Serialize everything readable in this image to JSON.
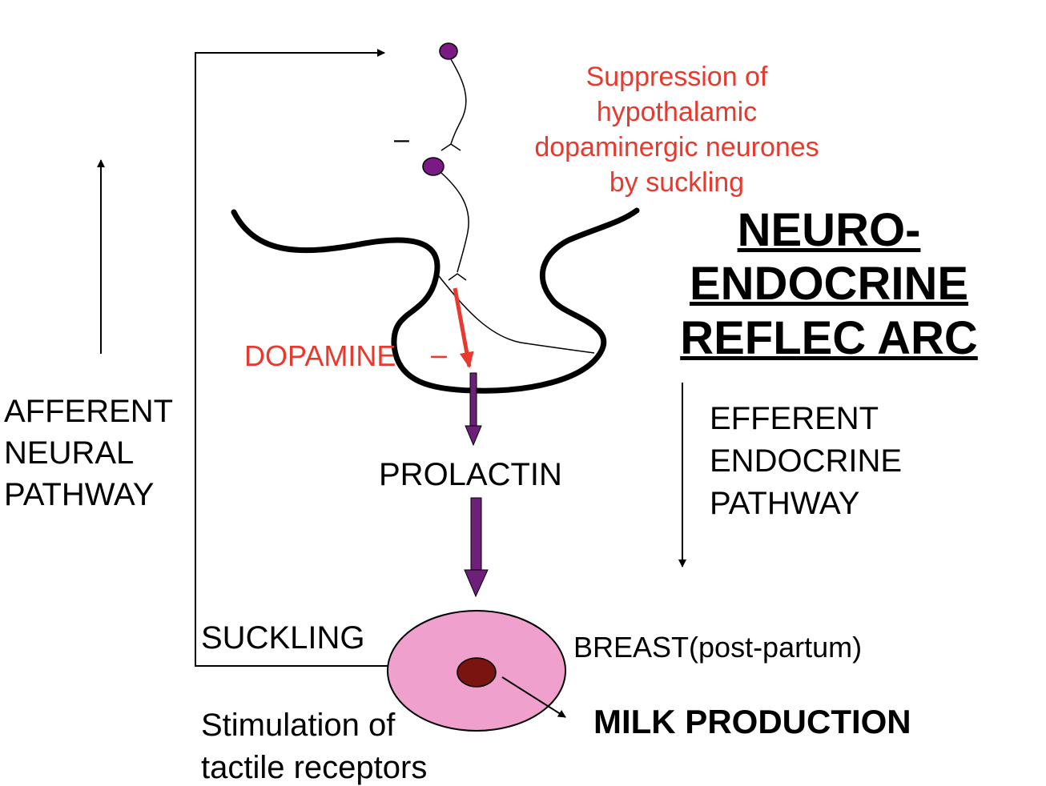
{
  "title": {
    "lines": [
      "NEURO-",
      "ENDOCRINE",
      "REFLEC ARC"
    ]
  },
  "suppression_note": {
    "lines": [
      "Suppression of",
      "hypothalamic",
      "dopaminergic neurones",
      "by suckling"
    ]
  },
  "labels": {
    "dopamine": "DOPAMINE",
    "inhibit_sign_neuron": "–",
    "inhibit_sign_dopamine": "–",
    "prolactin": "PROLACTIN",
    "suckling": "SUCKLING",
    "breast": "BREAST(post-partum)",
    "milk_production": "MILK PRODUCTION"
  },
  "afferent": {
    "lines": [
      "AFFERENT",
      "NEURAL",
      "PATHWAY"
    ]
  },
  "efferent": {
    "lines": [
      "EFFERENT",
      "ENDOCRINE",
      "PATHWAY"
    ]
  },
  "stimulation": {
    "lines": [
      "Stimulation of",
      "tactile receptors"
    ]
  },
  "colors": {
    "text": "#000000",
    "accent_red": "#e8392e",
    "neuron_purple": "#7b1a85",
    "hormone_arrow_purple": "#6e1f7c",
    "breast_fill": "#f0a0cc",
    "nipple_fill": "#7a1410"
  }
}
